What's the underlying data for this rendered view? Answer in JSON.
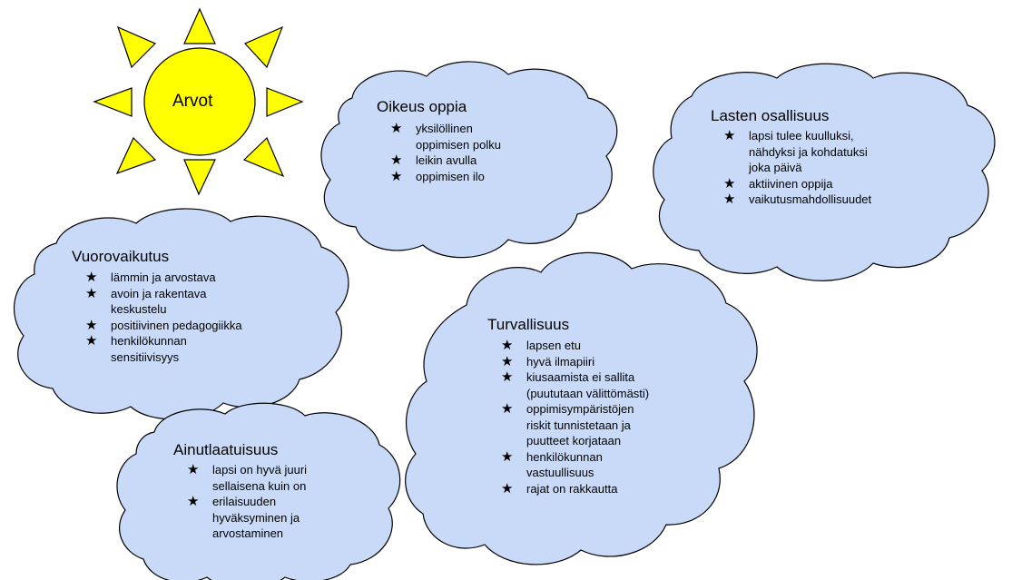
{
  "colors": {
    "cloud_fill": "#c9daf8",
    "cloud_stroke": "#000000",
    "sun_fill": "#ffff00",
    "sun_stroke": "#000000"
  },
  "sun": {
    "label": "Arvot"
  },
  "clouds": {
    "oikeus": {
      "title": "Oikeus oppia",
      "items": [
        {
          "bullet": "★",
          "text": "yksilöllinen\noppimisen polku"
        },
        {
          "bullet": "★",
          "text": "leikin avulla"
        },
        {
          "bullet": "★",
          "text": "oppimisen ilo"
        }
      ]
    },
    "lasten": {
      "title": "Lasten osallisuus",
      "items": [
        {
          "bullet": "★",
          "text": "lapsi tulee kuulluksi,\nnähdyksi ja kohdatuksi\njoka päivä"
        },
        {
          "bullet": "★",
          "text": "aktiivinen oppija"
        },
        {
          "bullet": "★",
          "text": "vaikutusmahdollisuudet"
        }
      ]
    },
    "vuoro": {
      "title": "Vuorovaikutus",
      "items": [
        {
          "bullet": "★",
          "text": "lämmin ja arvostava"
        },
        {
          "bullet": "★",
          "text": "avoin ja rakentava\nkeskustelu"
        },
        {
          "bullet": "★",
          "text": "positiivinen pedagogiikka"
        },
        {
          "bullet": "★",
          "text": "henkilökunnan\nsensitiivisyys"
        }
      ]
    },
    "turva": {
      "title": "Turvallisuus",
      "items": [
        {
          "bullet": "★",
          "text": "lapsen etu"
        },
        {
          "bullet": "★",
          "text": "hyvä ilmapiiri"
        },
        {
          "bullet": "★",
          "text": "kiusaamista ei sallita\n(puututaan välittömästi)"
        },
        {
          "bullet": "★",
          "text": "oppimisympäristöjen\nriskit tunnistetaan ja\npuutteet korjataan"
        },
        {
          "bullet": "★",
          "text": "henkilökunnan\nvastuullisuus"
        },
        {
          "bullet": "★",
          "text": "rajat on rakkautta"
        }
      ]
    },
    "ainut": {
      "title": "Ainutlaatuisuus",
      "items": [
        {
          "bullet": "★",
          "text": "lapsi on hyvä juuri\nsellaisena kuin on"
        },
        {
          "bullet": "★",
          "text": "erilaisuuden\nhyväksyminen ja\narvostaminen"
        }
      ]
    }
  }
}
